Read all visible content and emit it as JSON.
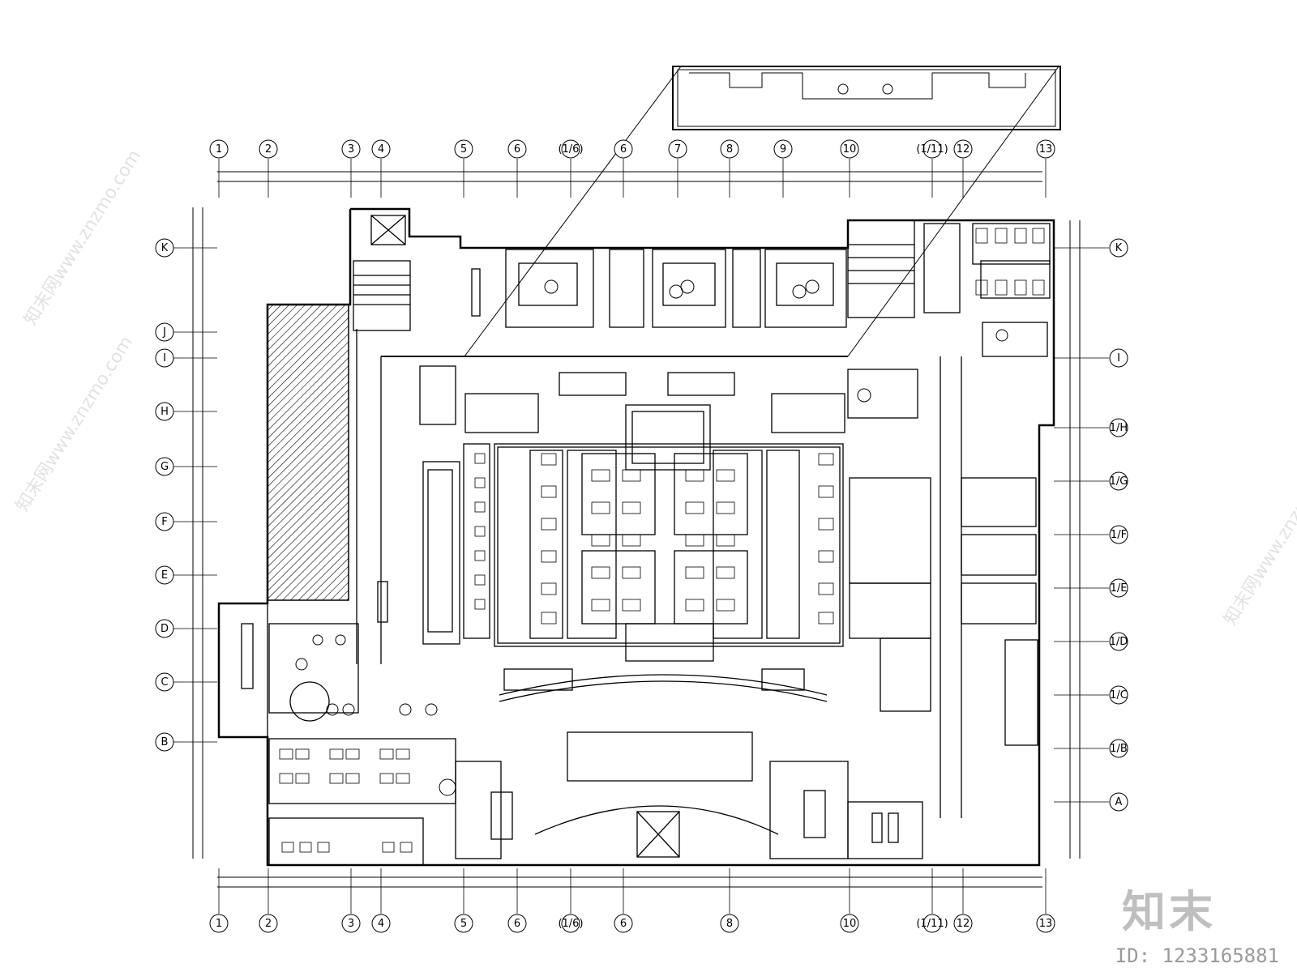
{
  "watermark": {
    "logo_text": "知末",
    "id_text": "ID: 1233165881",
    "site_text": "知末网www.znzmo.com"
  },
  "grid": {
    "top_labels": [
      "1",
      "2",
      "3",
      "4",
      "5",
      "6",
      "(1/6)",
      "6",
      "7",
      "8",
      "9",
      "10",
      "(1/11)",
      "12",
      "13"
    ],
    "bottom_labels": [
      "1",
      "2",
      "3",
      "4",
      "5",
      "6",
      "(1/6)",
      "6",
      "8",
      "10",
      "(1/11)",
      "12",
      "13"
    ],
    "left_labels": [
      "K",
      "J",
      "I",
      "H",
      "G",
      "F",
      "E",
      "D",
      "C",
      "B"
    ],
    "right_labels": [
      "K",
      "I",
      "1/H",
      "1/G",
      "1/F",
      "1/E",
      "1/D",
      "1/C",
      "1/B",
      "A"
    ]
  },
  "colors": {
    "line": "#000000",
    "watermark": "#bfbfbf"
  }
}
